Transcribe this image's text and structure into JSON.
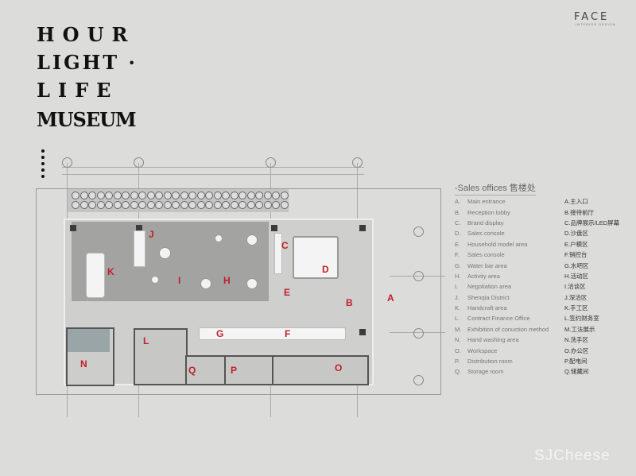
{
  "title": {
    "line1": "HOUR",
    "line2": "LIGHT ·",
    "line3": "LIFE",
    "line4": "MUSEUM"
  },
  "logo": {
    "name": "FACE",
    "tagline": "INTERIOR DESIGN"
  },
  "legend": {
    "title": "-Sales offices 售楼处",
    "items": [
      {
        "letter": "A.",
        "en": "Main entrance",
        "cn": "A.主入口"
      },
      {
        "letter": "B.",
        "en": "Reception lobby",
        "cn": "B.接待前厅"
      },
      {
        "letter": "C.",
        "en": "Brand display",
        "cn": "C.品牌展示/LED屏幕"
      },
      {
        "letter": "D.",
        "en": "Sales console",
        "cn": "D.沙盘区"
      },
      {
        "letter": "E.",
        "en": "Household model area",
        "cn": "E.户模区"
      },
      {
        "letter": "F.",
        "en": "Sales console",
        "cn": "F.销控台"
      },
      {
        "letter": "G.",
        "en": "Water bar area",
        "cn": "G.水吧区"
      },
      {
        "letter": "H.",
        "en": "Activity area",
        "cn": "H.活动区"
      },
      {
        "letter": "I.",
        "en": "Negotiation area",
        "cn": "I.洽谈区"
      },
      {
        "letter": "J.",
        "en": "Shenqia District",
        "cn": "J.深洽区"
      },
      {
        "letter": "K.",
        "en": "Handcraft area",
        "cn": "K.手工区"
      },
      {
        "letter": "L.",
        "en": "Contract Finance Office",
        "cn": "L.签约财务室"
      },
      {
        "letter": "M.",
        "en": "Exhibition of conuction method",
        "cn": "M.工法展示"
      },
      {
        "letter": "N.",
        "en": "Hand washing area",
        "cn": "N.洗手区"
      },
      {
        "letter": "O.",
        "en": "Workspace",
        "cn": "O.办公区"
      },
      {
        "letter": "P.",
        "en": "Distribution room",
        "cn": "P.配电间"
      },
      {
        "letter": "Q.",
        "en": "Storage room",
        "cn": "Q.储藏间"
      }
    ]
  },
  "plan": {
    "zones": [
      "A",
      "B",
      "C",
      "D",
      "E",
      "F",
      "G",
      "H",
      "I",
      "J",
      "K",
      "L",
      "N",
      "O",
      "P",
      "Q"
    ],
    "zone_color": "#c0202a"
  },
  "watermark": "SJCheese"
}
